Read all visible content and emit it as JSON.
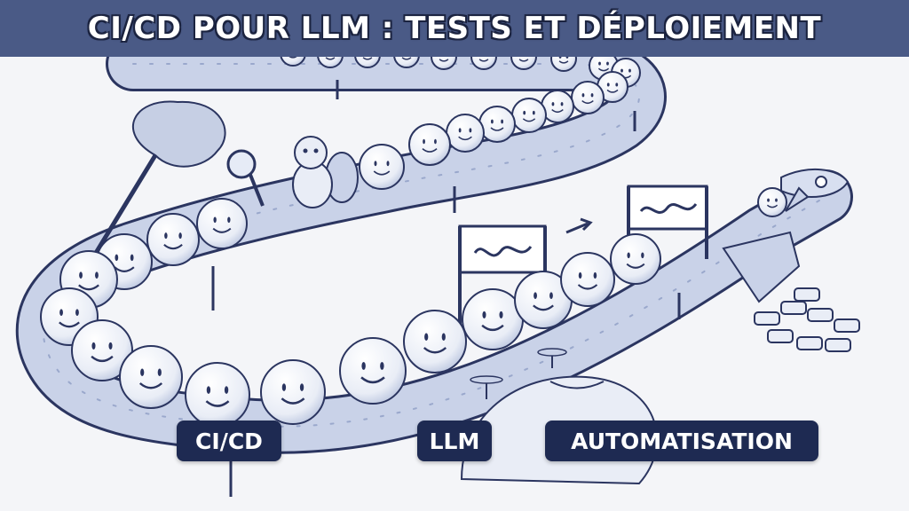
{
  "title": "CI/CD POUR LLM : TESTS ET DÉPLOIEMENT",
  "tags": {
    "cicd": "CI/CD",
    "llm": "LLM",
    "automation": "AUTOMATISATION"
  },
  "colors": {
    "title_bar": "#4a5a86",
    "tag_bg": "#1e2a52",
    "ink": "#2b3560",
    "ball": "#ffffff",
    "belt": "#aebad9"
  }
}
